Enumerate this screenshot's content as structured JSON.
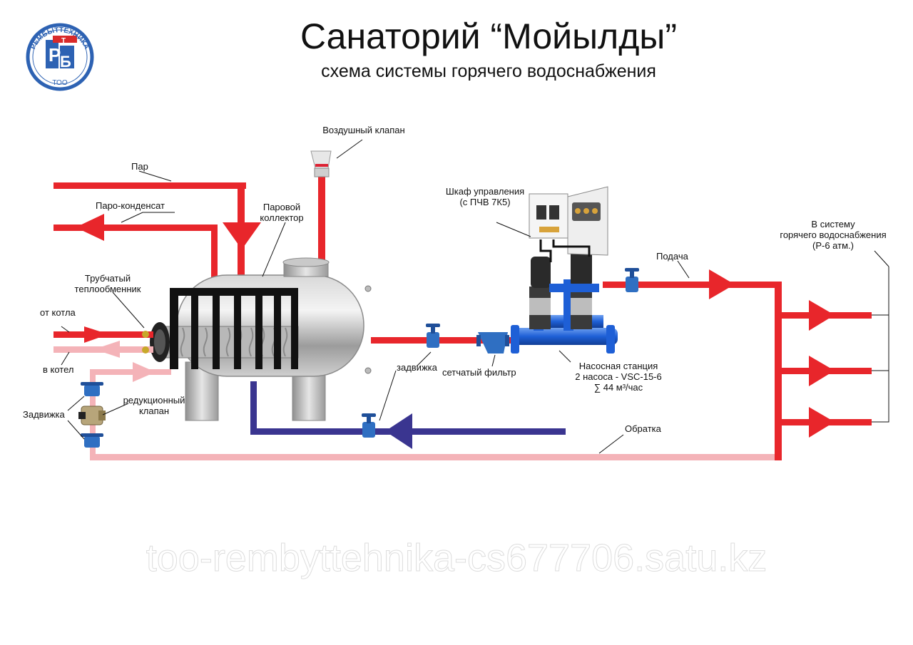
{
  "title": "Санаторий “Мойылды”",
  "subtitle": "схема системы горячего водоснабжения",
  "logo": {
    "arc_text": "РЕМБЫТТЕХНИКА",
    "mono_letters": [
      "Р",
      "Б",
      "Т"
    ],
    "bottom_text": "ТОО"
  },
  "labels": {
    "air_valve": "Воздушный клапан",
    "steam": "Пар",
    "steam_condensate": "Паро-конденсат",
    "steam_collector": [
      "Паровой",
      "коллектор"
    ],
    "tube_exchanger": [
      "Трубчатый",
      "теплообменник"
    ],
    "from_boiler": "от котла",
    "to_boiler": "в котел",
    "reduction_valve": [
      "редукционный",
      "клапан"
    ],
    "gate_valve_left": "Задвижка",
    "gate_valve": "задвижка",
    "mesh_filter": "сетчатый фильтр",
    "control_cabinet": [
      "Шкаф управления",
      "(с ПЧВ 7К5)"
    ],
    "pump_station": [
      "Насосная станция",
      "2 насоса - VSC-15-6",
      "∑ 44 м³/час"
    ],
    "supply": "Подача",
    "to_system": [
      "В систему",
      "горячего водоснабжения",
      "(Р-6 атм.)"
    ],
    "return": "Обратка"
  },
  "watermark": "too-rembyttehnika-cs677706.satu.kz",
  "colors": {
    "hot": "#e8262b",
    "return_pink": "#f4b3b8",
    "cold_blue": "#3a3590",
    "valve_blue": "#2f6fc2",
    "pump_blue": "#1e5fd6"
  }
}
